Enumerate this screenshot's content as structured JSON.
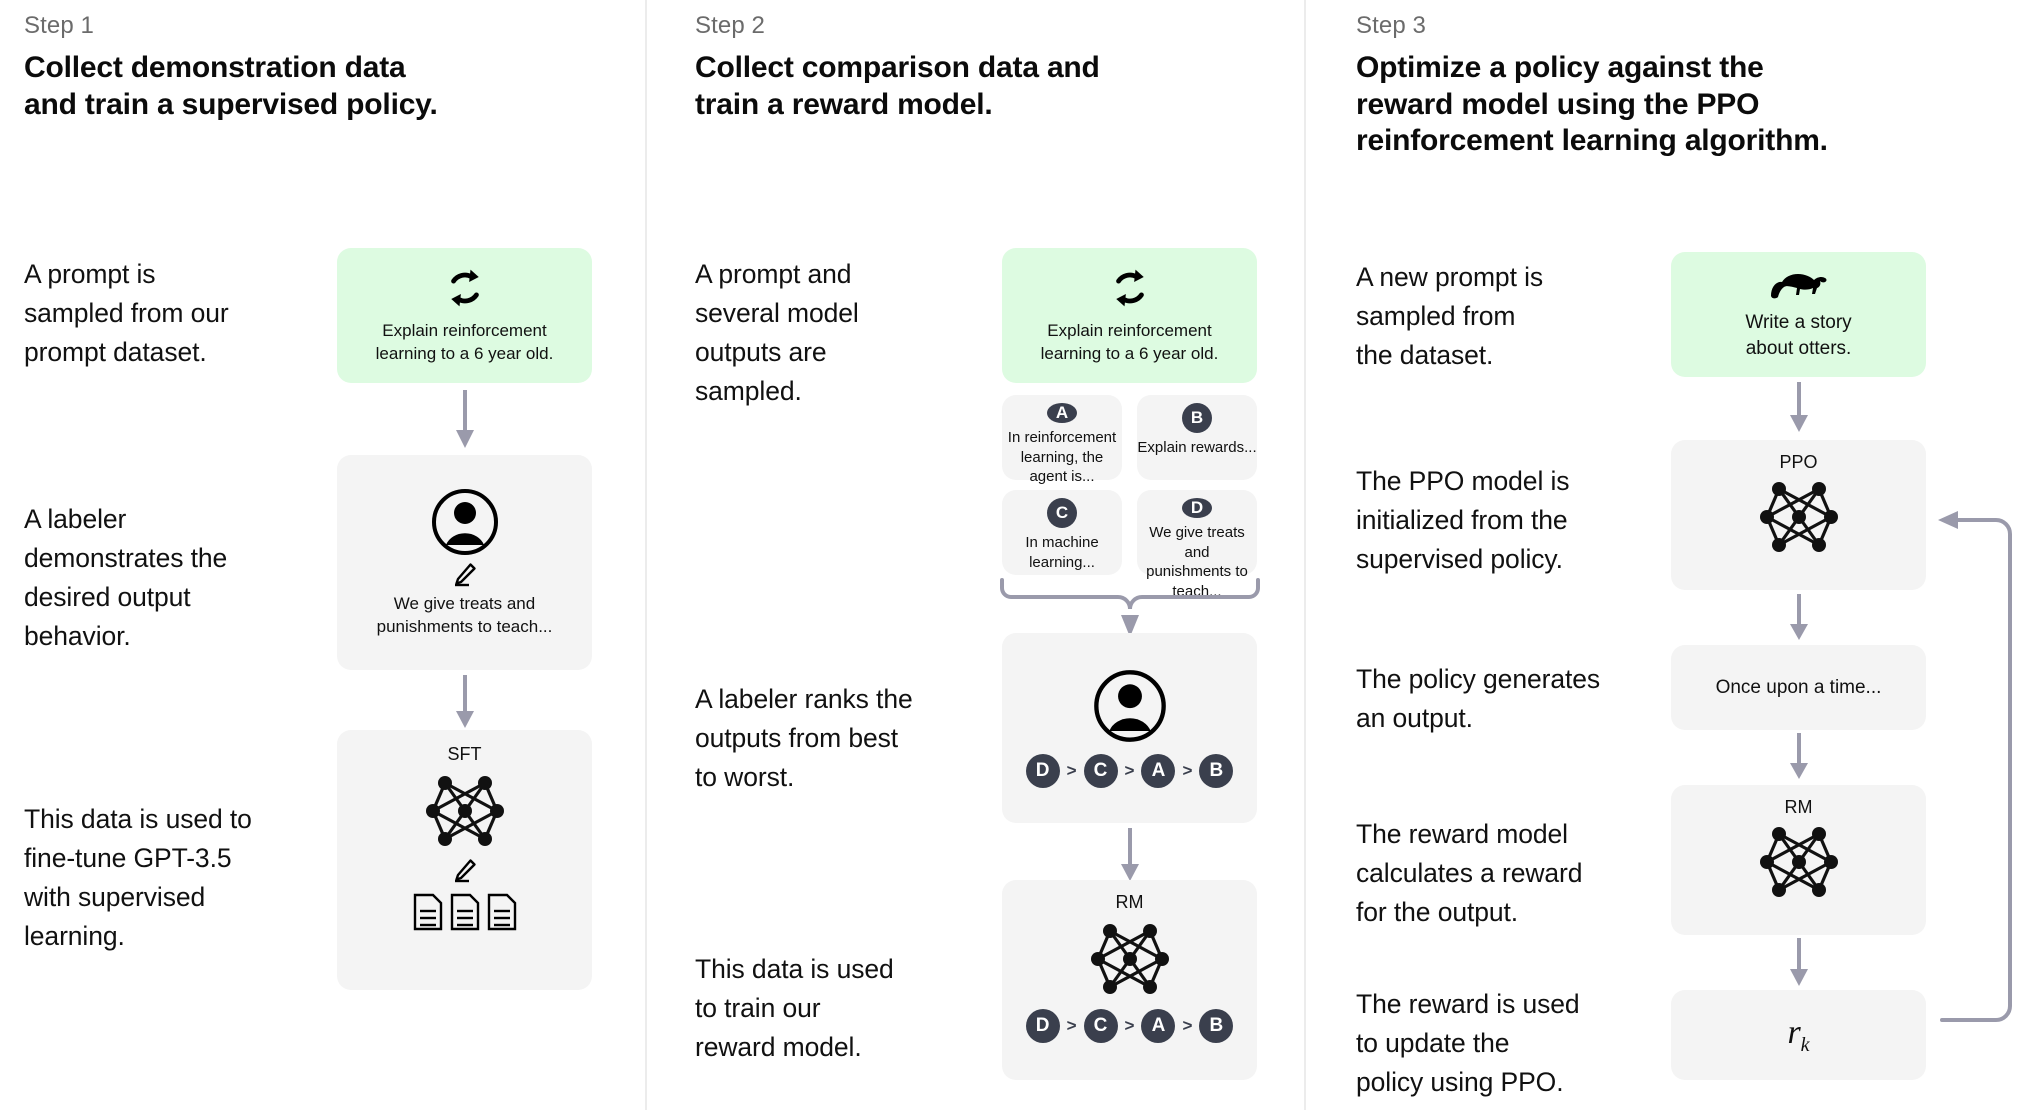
{
  "meta": {
    "accent_green": "#ddfbe1",
    "card_gray": "#f4f4f4",
    "badge_navy": "#3a3f4d",
    "arrow_gray": "#9a9aab",
    "divider": "#ececec"
  },
  "steps": [
    {
      "label": "Step 1",
      "title": "Collect demonstration data\nand train a supervised policy.",
      "captions": [
        "A prompt is\nsampled from our\nprompt dataset.",
        "A labeler\ndemonstrates the\ndesired output\nbehavior.",
        "This data is used to\nfine-tune GPT-3.5\nwith supervised\nlearning."
      ],
      "cards": [
        {
          "name": "prompt-card",
          "icon": "cycle-icon",
          "text": "Explain reinforcement\nlearning to a 6 year old."
        },
        {
          "name": "labeler-card",
          "icon": "person-icon",
          "icon2": "pencil-icon",
          "text": "We give treats and\npunishments to teach..."
        },
        {
          "name": "sft-card",
          "title": "SFT",
          "icon": "neural-net-icon",
          "icon2": "pencil-icon",
          "icon3": "documents-icon"
        }
      ]
    },
    {
      "label": "Step 2",
      "title": "Collect comparison data and\ntrain a reward model.",
      "captions": [
        "A prompt and\nseveral model\noutputs are\nsampled.",
        "A labeler ranks the\noutputs from best\nto worst.",
        "This data is used\nto train our\nreward model."
      ],
      "cards": [
        {
          "name": "prompt-card",
          "icon": "cycle-icon",
          "text": "Explain reinforcement\nlearning to a 6 year old."
        }
      ],
      "outputs": [
        {
          "badge": "A",
          "text": "In reinforcement\nlearning, the\nagent is..."
        },
        {
          "badge": "B",
          "text": "Explain rewards..."
        },
        {
          "badge": "C",
          "text": "In machine\nlearning..."
        },
        {
          "badge": "D",
          "text": "We give treats and\npunishments to\nteach..."
        }
      ],
      "ranking": [
        "D",
        "C",
        "A",
        "B"
      ],
      "rank_separator": ">",
      "rm_card": {
        "title": "RM",
        "icon": "neural-net-icon"
      }
    },
    {
      "label": "Step 3",
      "title": "Optimize a policy against the\nreward model using the PPO\nreinforcement learning algorithm.",
      "captions": [
        "A new prompt is\nsampled from\nthe dataset.",
        "The PPO model is\ninitialized from the\nsupervised policy.",
        "The policy generates\nan output.",
        "The reward model\ncalculates a reward\nfor the output.",
        "The reward is used\nto update the\npolicy using PPO."
      ],
      "cards": [
        {
          "name": "prompt-card",
          "icon": "otter-icon",
          "text": "Write a story\nabout otters."
        },
        {
          "name": "ppo-card",
          "title": "PPO",
          "icon": "neural-net-icon"
        },
        {
          "name": "output-card",
          "text": "Once upon a time..."
        },
        {
          "name": "rm-card",
          "title": "RM",
          "icon": "neural-net-icon"
        },
        {
          "name": "reward-card",
          "formula": "r",
          "subscript": "k"
        }
      ]
    }
  ]
}
